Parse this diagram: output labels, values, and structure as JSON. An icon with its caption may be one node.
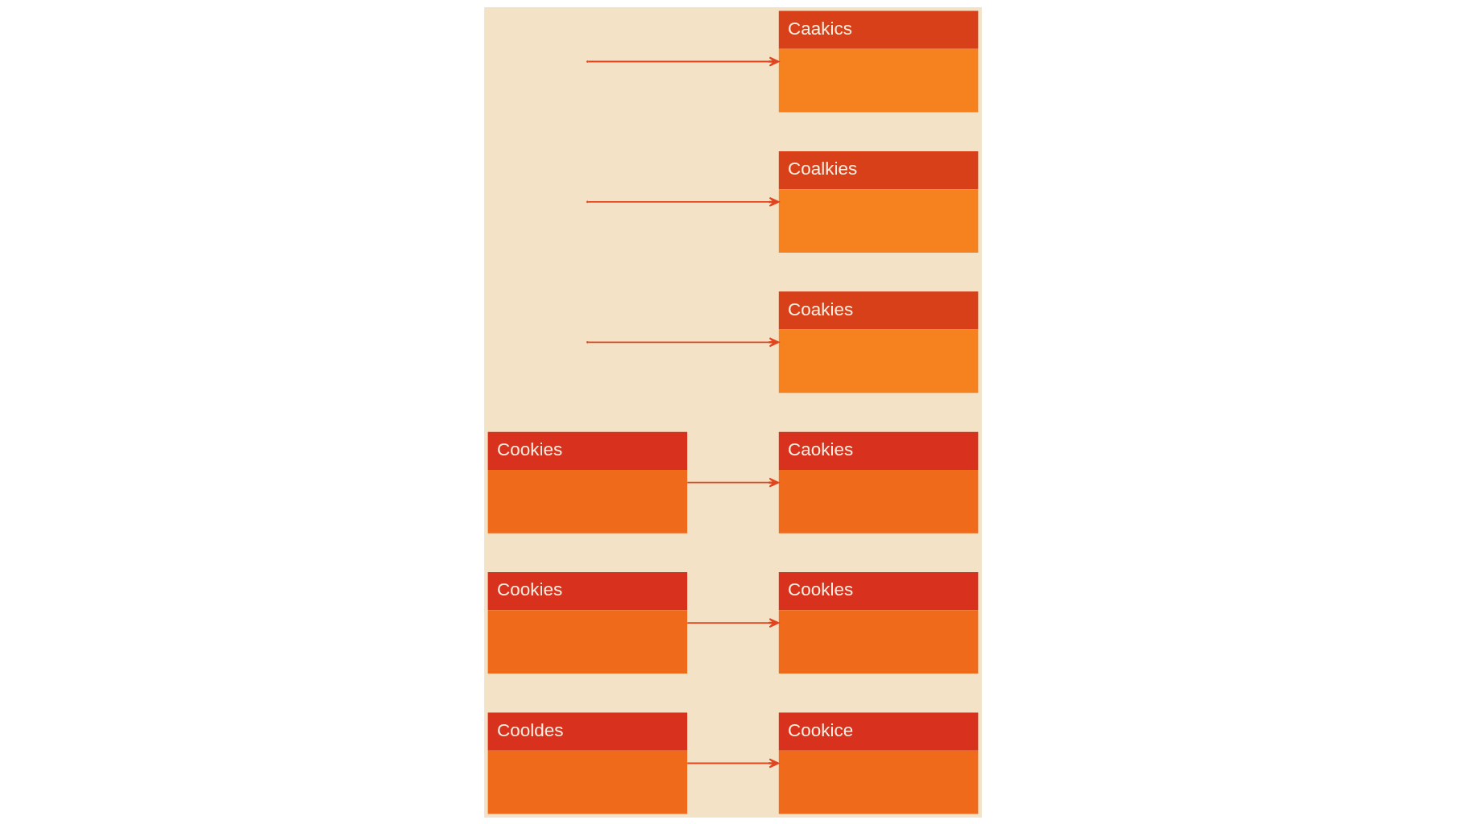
{
  "diagram": {
    "nodes": [
      {
        "text": [
          "Cookies"
        ]
      },
      {
        "text": [
          "Caokies"
        ]
      },
      {
        "text": [
          "Cookies"
        ]
      },
      {
        "text": [
          "Cookles"
        ]
      },
      {
        "text": [
          "Cooldes"
        ]
      },
      {
        "text": [
          "Cookice"
        ]
      },
      {
        "text": [
          "Caakics"
        ]
      },
      {
        "text": [
          "Coalkies"
        ]
      },
      {
        "text": [
          "Coakies"
        ]
      }
    ],
    "edges": [
      {
        "from": 0,
        "to": 1,
        "arrow": "to"
      },
      {
        "from": 2,
        "to": 3,
        "arrow": "to"
      },
      {
        "from": 4,
        "to": 5,
        "arrow": "to"
      },
      {
        "from": null,
        "to": 6,
        "arrow": "to"
      },
      {
        "from": null,
        "to": 7,
        "arrow": "to"
      },
      {
        "from": null,
        "to": 8,
        "arrow": "to"
      }
    ]
  }
}
